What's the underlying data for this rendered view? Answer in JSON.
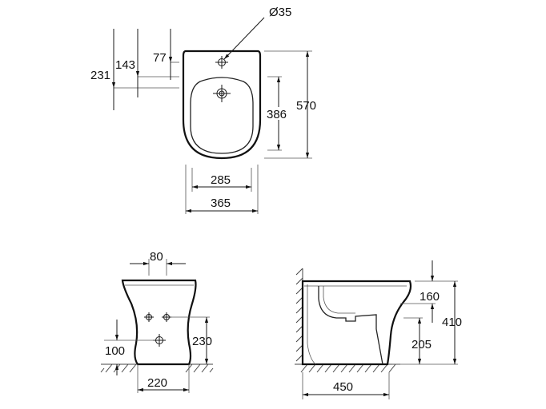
{
  "top_view": {
    "hole_diameter": "Ø35",
    "dim_77": "77",
    "dim_143": "143",
    "dim_231": "231",
    "dim_386": "386",
    "dim_570": "570",
    "dim_285": "285",
    "dim_365": "365"
  },
  "front_view": {
    "dim_80": "80",
    "dim_230": "230",
    "dim_100": "100",
    "dim_220": "220"
  },
  "side_view": {
    "dim_160": "160",
    "dim_410": "410",
    "dim_205": "205",
    "dim_450": "450"
  },
  "colors": {
    "line": "#111111",
    "background": "#ffffff"
  }
}
